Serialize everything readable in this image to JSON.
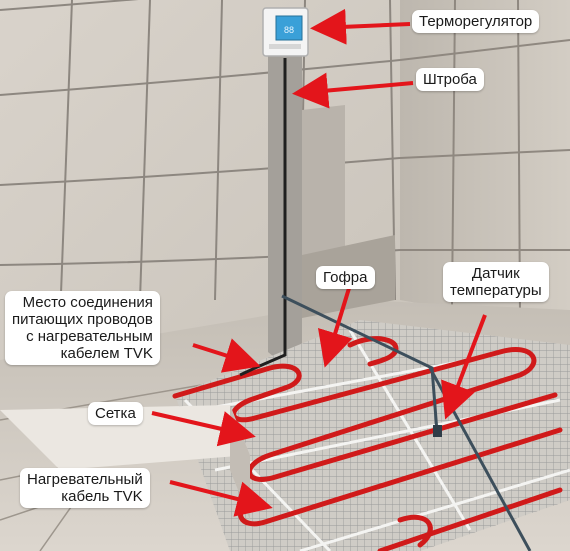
{
  "labels": {
    "thermostat": "Терморегулятор",
    "chase": "Штроба",
    "corrugated_tube": "Гофра",
    "temperature_sensor": [
      "Датчик",
      "температуры"
    ],
    "junction": [
      "Место соединения",
      "питающих проводов",
      "с нагревательным",
      "кабелем TVK"
    ],
    "mesh": "Сетка",
    "heating_cable": [
      "Нагревательный",
      "кабель TVK"
    ]
  },
  "thermostat_display": "88",
  "colors": {
    "arrow": "#e3151b",
    "heating_cable": "#d01a1a",
    "wall_tile": "#d8d2c9",
    "grout": "#8d8780",
    "mesh": "#9b9b9b",
    "label_bg": "#ffffff"
  }
}
